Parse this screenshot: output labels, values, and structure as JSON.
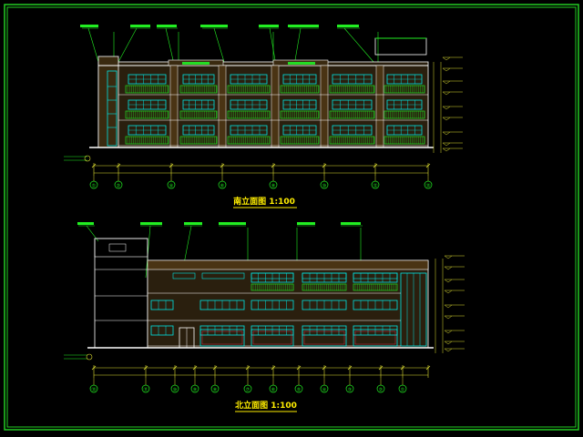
{
  "colors": {
    "background": "#000000",
    "frame": "#22cc22",
    "wall": "#ffffff",
    "glass": "#00e5e5",
    "railing": "#22dd22",
    "dim": "#dddd33",
    "label": "#22ee22",
    "title": "#ffee00"
  },
  "south_elevation": {
    "title": "南立面图 1:100",
    "axis_labels": [
      "①",
      "②",
      "④",
      "⑥",
      "⑧",
      "⑩",
      "⑫",
      "⑬"
    ]
  },
  "north_elevation": {
    "title": "北立面图 1:100",
    "axis_labels": [
      "⑬",
      "⑪",
      "⑩",
      "⑨",
      "⑧",
      "⑦",
      "⑥",
      "⑤",
      "④",
      "③",
      "②",
      "①"
    ]
  },
  "glyphs": {
    "axis_icon": "circle-grid-marker",
    "level_icon": "triangle-level-marker"
  }
}
